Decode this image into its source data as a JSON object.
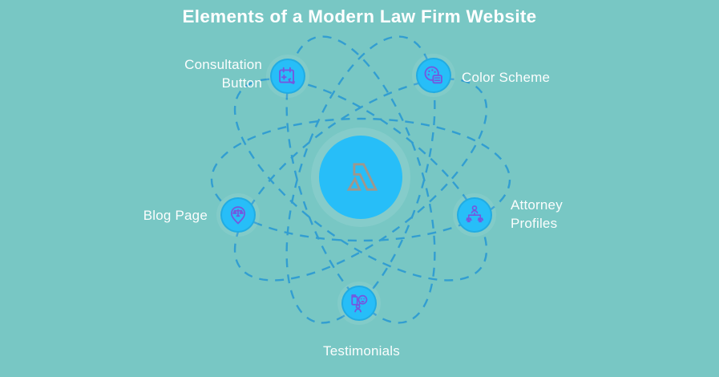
{
  "title": "Elements of a Modern Law Firm Website",
  "center_node": {
    "icon": "lambda-icon"
  },
  "nodes": [
    {
      "id": "consultation-button",
      "label": "Consultation Button",
      "icon": "calendar-phone-icon"
    },
    {
      "id": "color-scheme",
      "label": "Color Scheme",
      "icon": "color-palette-list-icon"
    },
    {
      "id": "blog-page",
      "label": "Blog Page",
      "icon": "location-pin-scales-icon"
    },
    {
      "id": "attorney-profiles",
      "label": "Attorney Profiles",
      "icon": "org-chart-person-scales-icon"
    },
    {
      "id": "testimonials",
      "label": "Testimonials",
      "icon": "smiley-sign-person-icon"
    }
  ],
  "colors": {
    "background": "#78C7C4",
    "title_text": "#FFFFFF",
    "label_text": "#FBFDFD",
    "node_fill": "#27BEF8",
    "node_border": "#23ACE2",
    "orbit_dash": "#2F9CD2",
    "icon_purple": "#7457DF",
    "icon_indigo": "#5A60DE",
    "lambda_gray": "#9E978D"
  }
}
